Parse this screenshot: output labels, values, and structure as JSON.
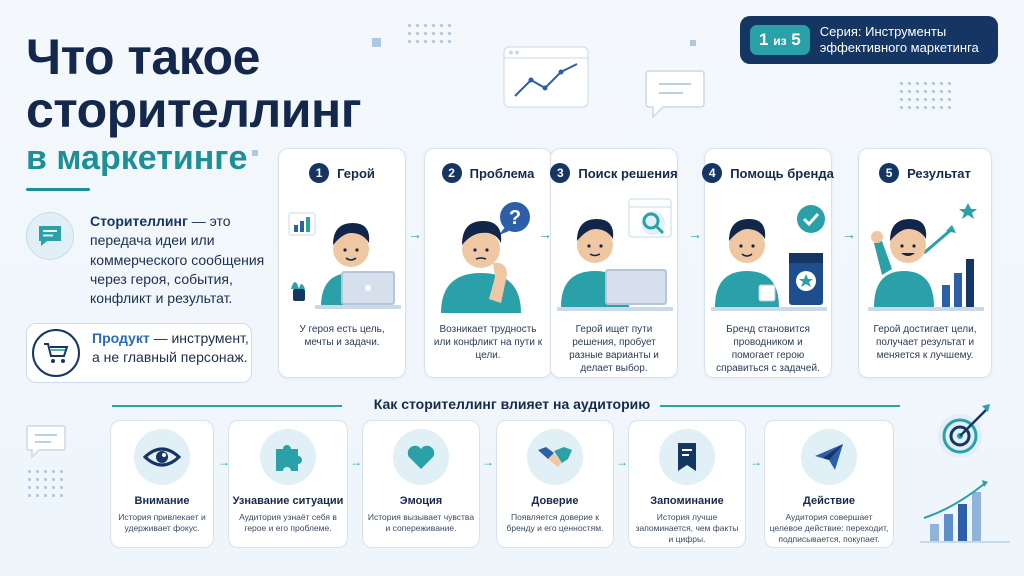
{
  "title": {
    "line1": "Что такое",
    "line2": "сторителлинг",
    "line3": "в маркетинге"
  },
  "series": {
    "pill_main": "1",
    "pill_small": "из",
    "pill_total": "5",
    "text": "Серия: Инструменты эффективного маркетинга"
  },
  "definitions": [
    {
      "term": "Сторителлинг",
      "rest": " — это передача идеи или коммерческого сообщения через героя, события, конфликт и результат."
    },
    {
      "term": "Продукт",
      "rest": " — инструмент, а не главный персонаж."
    }
  ],
  "steps": [
    {
      "num": "1",
      "title": "Герой",
      "desc": "У героя есть цель, мечты и задачи."
    },
    {
      "num": "2",
      "title": "Проблема",
      "desc": "Возникает трудность или конфликт на пути к цели."
    },
    {
      "num": "3",
      "title": "Поиск решения",
      "desc": "Герой ищет пути решения, пробует разные варианты и делает выбор."
    },
    {
      "num": "4",
      "title": "Помощь бренда",
      "desc": "Бренд становится проводником и помогает герою справиться с задачей."
    },
    {
      "num": "5",
      "title": "Результат",
      "desc": "Герой достигает цели, получает результат и меняется к лучшему."
    }
  ],
  "section_title": "Как сторителлинг влияет на аудиторию",
  "audience": [
    {
      "title": "Внимание",
      "desc": "История привлекает и удерживает фокус.",
      "icon": "eye-icon"
    },
    {
      "title": "Узнавание ситуации",
      "desc": "Аудитория узнаёт себя в герое и его проблеме.",
      "icon": "puzzle-icon"
    },
    {
      "title": "Эмоция",
      "desc": "История вызывает чувства и сопереживание.",
      "icon": "heart-icon"
    },
    {
      "title": "Доверие",
      "desc": "Появляется доверие к бренду и его ценностям.",
      "icon": "handshake-icon"
    },
    {
      "title": "Запоминание",
      "desc": "История лучше запоминается, чем факты и цифры.",
      "icon": "bookmark-icon"
    },
    {
      "title": "Действие",
      "desc": "Аудитория совершает целевое действие: переходит, подписывается, покупает.",
      "icon": "paper-plane-icon"
    }
  ],
  "colors": {
    "navy": "#153563",
    "teal": "#2aa1a8",
    "blue": "#2d5fa8"
  }
}
